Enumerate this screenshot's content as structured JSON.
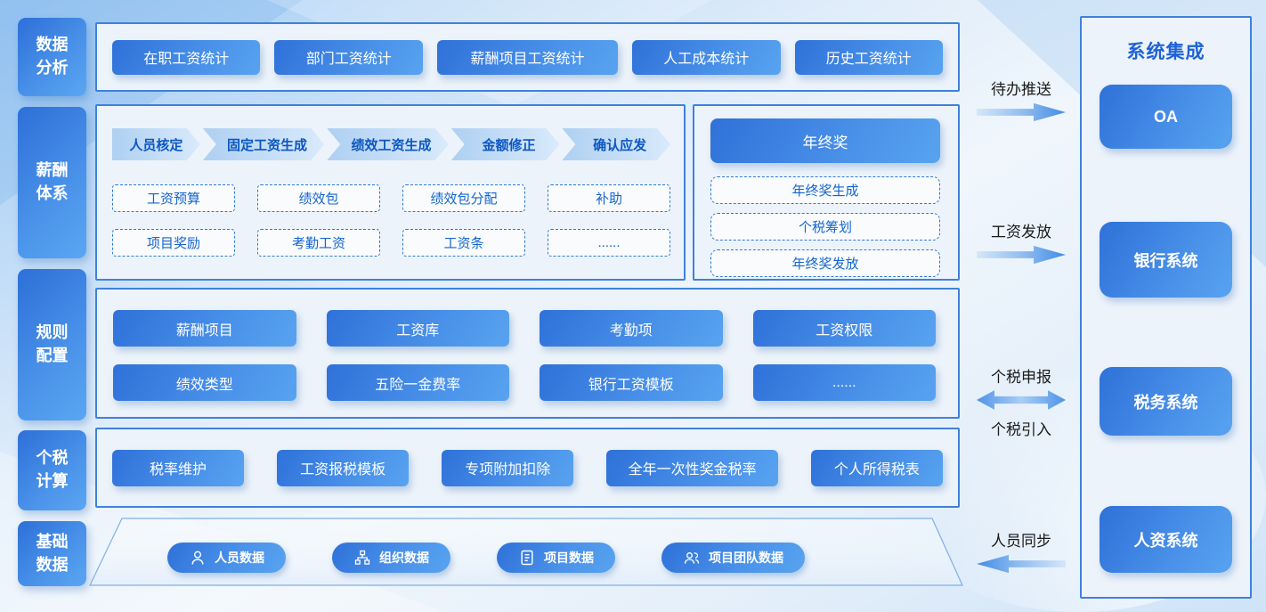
{
  "sidebar": {
    "items": [
      {
        "label": "数据分析"
      },
      {
        "label": "薪酬体系"
      },
      {
        "label": "规则配置"
      },
      {
        "label": "个税计算"
      },
      {
        "label": "基础数据"
      }
    ]
  },
  "analytics_row": {
    "buttons": [
      "在职工资统计",
      "部门工资统计",
      "薪酬项目工资统计",
      "人工成本统计",
      "历史工资统计"
    ]
  },
  "salary_row": {
    "flow_steps": [
      "人员核定",
      "固定工资生成",
      "绩效工资生成",
      "金额修正",
      "确认应发"
    ],
    "dashed_buttons": [
      "工资预算",
      "绩效包",
      "绩效包分配",
      "补助",
      "项目奖励",
      "考勤工资",
      "工资条",
      "......"
    ],
    "bonus_panel": {
      "title": "年终奖",
      "items": [
        "年终奖生成",
        "个税筹划",
        "年终奖发放"
      ]
    }
  },
  "rules_row": {
    "buttons": [
      "薪酬项目",
      "工资库",
      "考勤项",
      "工资权限",
      "绩效类型",
      "五险一金费率",
      "银行工资模板",
      "......"
    ]
  },
  "tax_row": {
    "buttons": [
      "税率维护",
      "工资报税模板",
      "专项附加扣除",
      "全年一次性奖金税率",
      "个人所得税表"
    ]
  },
  "base_row": {
    "pills": [
      {
        "icon": "person-icon",
        "label": "人员数据"
      },
      {
        "icon": "org-icon",
        "label": "组织数据"
      },
      {
        "icon": "document-icon",
        "label": "项目数据"
      },
      {
        "icon": "team-icon",
        "label": "项目团队数据"
      }
    ]
  },
  "connectors": [
    {
      "label": "待办推送",
      "direction": "right"
    },
    {
      "label": "工资发放",
      "direction": "right"
    },
    {
      "label": "个税申报",
      "label_below": "个税引入",
      "direction": "both"
    },
    {
      "label": "人员同步",
      "direction": "left"
    }
  ],
  "integration_panel": {
    "title": "系统集成",
    "systems": [
      "OA",
      "银行系统",
      "税务系统",
      "人资系统"
    ]
  },
  "colors": {
    "accent_blue": "#2f71d9",
    "light_blue": "#58a3f0",
    "border_blue": "#3f81dc",
    "flow_text_blue": "#0d57c1",
    "dashed_text_blue": "#1565ce",
    "panel_title_blue": "#1e63d6",
    "connector_text": "#1a1a1a"
  }
}
